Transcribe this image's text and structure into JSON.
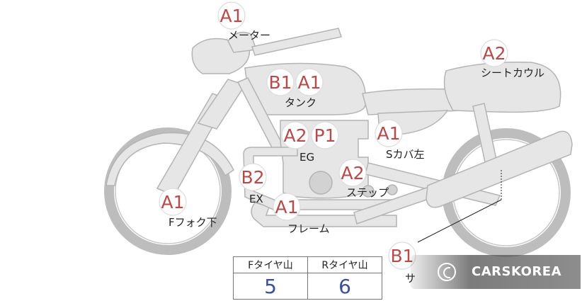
{
  "badges": [
    {
      "code": "A1",
      "part": "メーター"
    },
    {
      "code": "A2",
      "part": "シートカウル"
    },
    {
      "code": "B1",
      "part": "タンク"
    },
    {
      "code": "A1",
      "part": "タンク"
    },
    {
      "code": "A2",
      "part": "EG"
    },
    {
      "code": "P1",
      "part": "EG"
    },
    {
      "code": "A1",
      "part": "Sカバ左"
    },
    {
      "code": "B2",
      "part": "EX"
    },
    {
      "code": "A2",
      "part": "ステップ"
    },
    {
      "code": "A1",
      "part": "Fフォク下"
    },
    {
      "code": "A1",
      "part": "フレーム"
    },
    {
      "code": "B1",
      "part": "サ"
    }
  ],
  "labels": {
    "meter": "メーター",
    "seat_cowl": "シートカウル",
    "tank": "タンク",
    "engine": "EG",
    "side_cover": "Sカバ左",
    "exhaust": "EX",
    "step": "ステップ",
    "fork": "Fフォク下",
    "frame": "フレーム",
    "muffler_partial": "サ"
  },
  "tire_table": {
    "headers": [
      "Fタイヤ山",
      "Rタイヤ山"
    ],
    "values": [
      "5",
      "6"
    ]
  },
  "watermark": {
    "text": "CARSKOREA",
    "icon": "carskorea-logo-icon"
  },
  "colors": {
    "badge_text": "#b84a4a",
    "tire_value": "#3a4f94",
    "bike_fill": "#e6e6e6"
  }
}
